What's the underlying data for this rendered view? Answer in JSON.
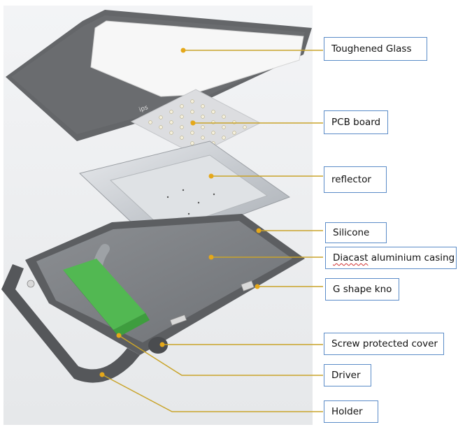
{
  "diagram": {
    "brand_mark": "ips",
    "labels": [
      {
        "id": "toughened-glass",
        "text": "Toughened Glass"
      },
      {
        "id": "pcb-board",
        "text": "PCB board"
      },
      {
        "id": "reflector",
        "text": "reflector"
      },
      {
        "id": "silicone",
        "text": "Silicone"
      },
      {
        "id": "casing",
        "text": "Diacast aluminium casing",
        "misspelled_word": "Diacast"
      },
      {
        "id": "g-shape-knob",
        "text": "G shape kno"
      },
      {
        "id": "screw-cover",
        "text": "Screw protected cover"
      },
      {
        "id": "driver",
        "text": "Driver"
      },
      {
        "id": "holder",
        "text": "Holder"
      }
    ],
    "colors": {
      "leader_line": "#c9a42a",
      "label_border": "#5b8cc8",
      "housing": "#5c5e61",
      "driver": "#3aa13a",
      "glass": "#f7f7f7"
    }
  }
}
